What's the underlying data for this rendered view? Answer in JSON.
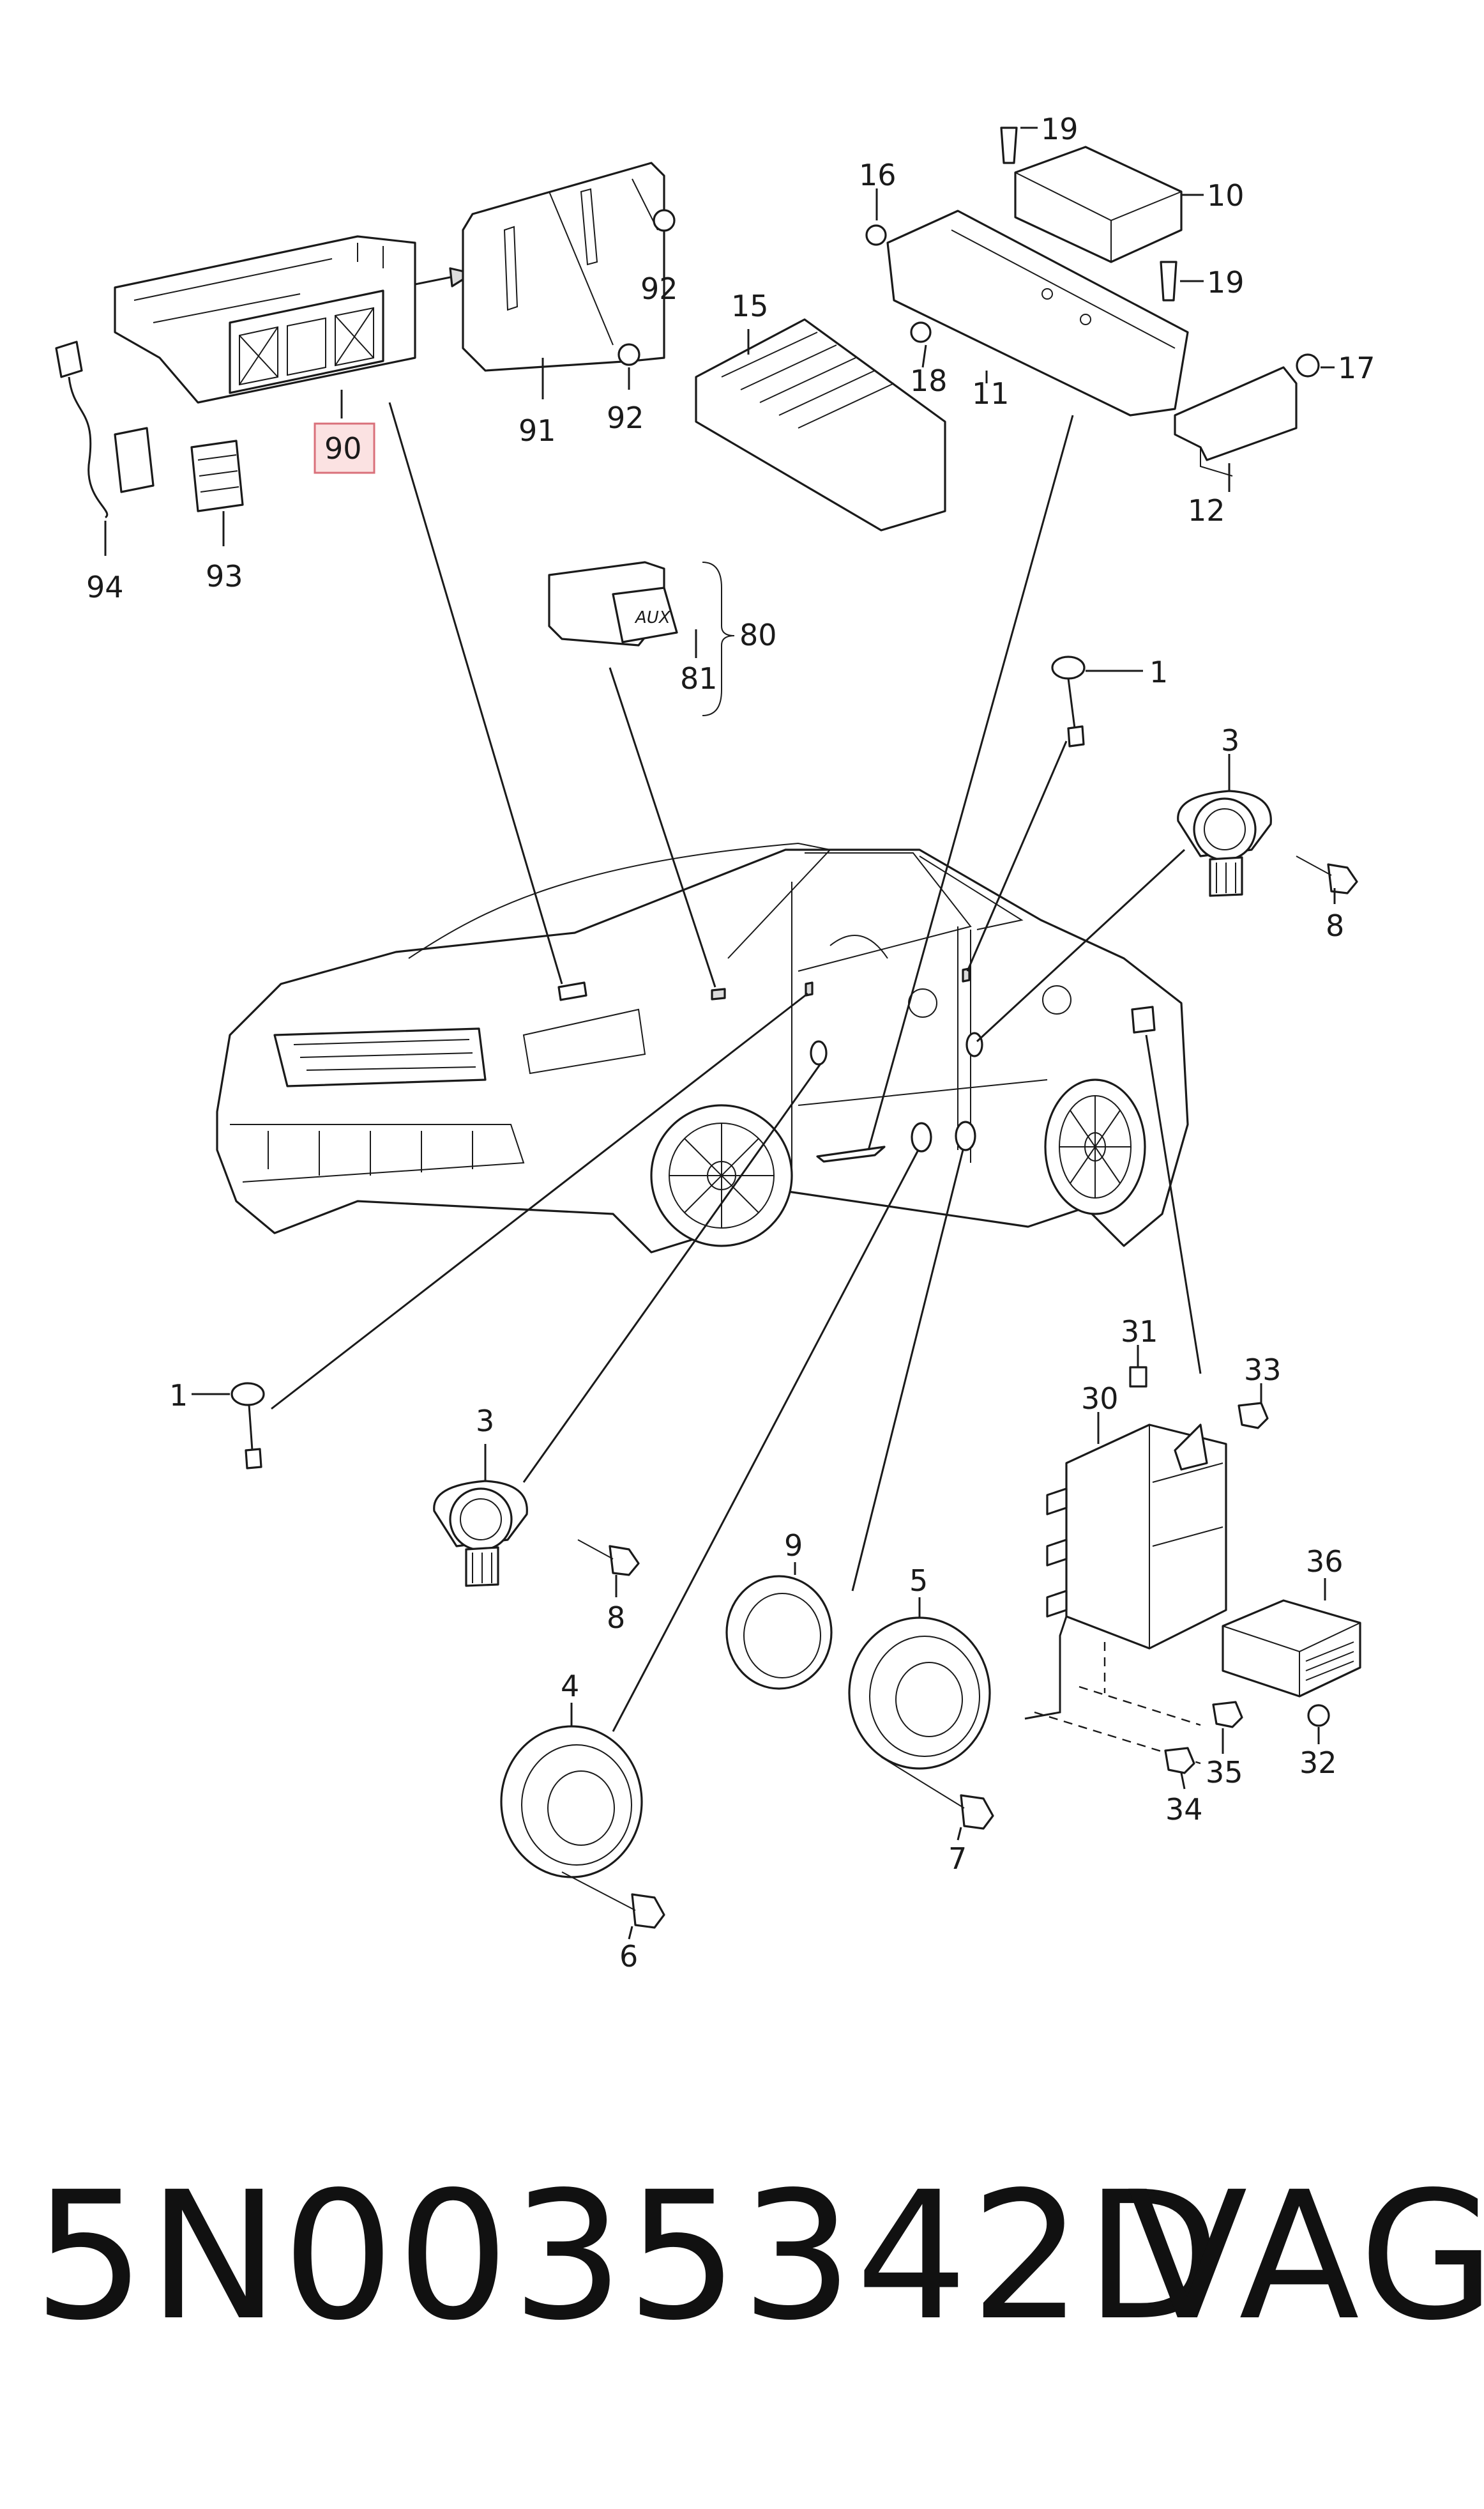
{
  "title": {
    "part_number": "5N0035342D",
    "brand": "VAG"
  },
  "highlighted_callout": "90",
  "colors": {
    "line": "#1a1a1a",
    "highlight_fill": "#fbe2e2",
    "highlight_border": "#d9707a"
  },
  "callouts": {
    "c19a": "19",
    "c16": "16",
    "c10": "10",
    "c19b": "19",
    "c15": "15",
    "c18": "18",
    "c11": "11",
    "c17": "17",
    "c12": "12",
    "c92a": "92",
    "c92b": "92",
    "c91": "91",
    "c90": "90",
    "c94": "94",
    "c93": "93",
    "c80": "80",
    "c81": "81",
    "c1a": "1",
    "c3a": "3",
    "c8a": "8",
    "c1b": "1",
    "c3b": "3",
    "c8b": "8",
    "c31": "31",
    "c33": "33",
    "c30": "30",
    "c36": "36",
    "c9": "9",
    "c5": "5",
    "c4": "4",
    "c7": "7",
    "c6": "6",
    "c35": "35",
    "c32": "32",
    "c34": "34"
  },
  "labels": {
    "aux_button": "AUX"
  }
}
